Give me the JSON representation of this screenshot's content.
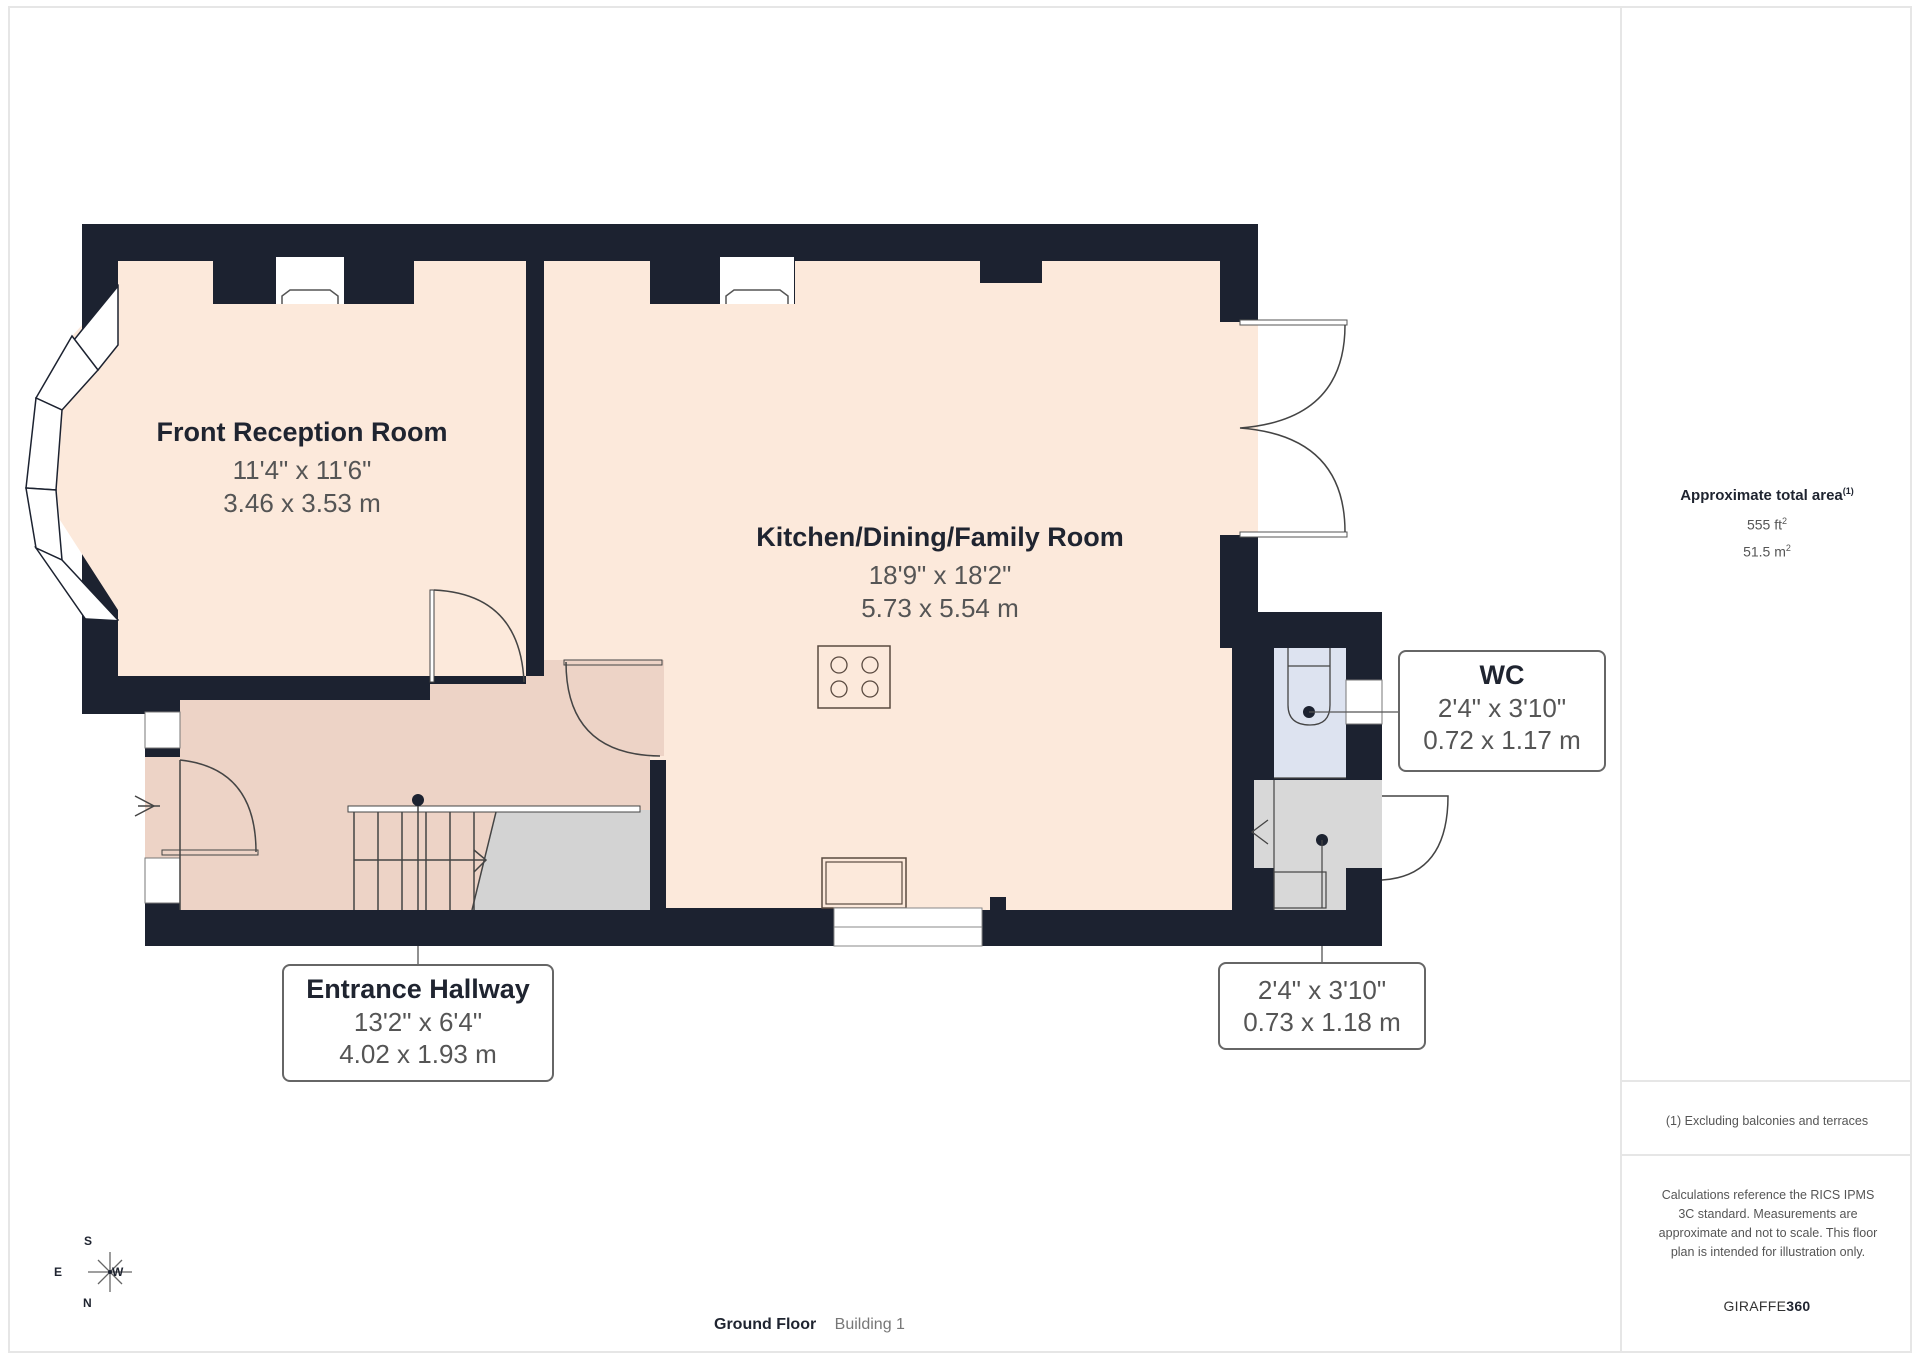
{
  "plan": {
    "floor_name": "Ground Floor",
    "building": "Building 1",
    "compass": {
      "top": "S",
      "bottom": "N",
      "left": "E",
      "right": "W"
    },
    "rooms": [
      {
        "name": "Front Reception Room",
        "imperial": "11'4\" x 11'6\"",
        "metric": "3.46 x 3.53 m"
      },
      {
        "name": "Kitchen/Dining/Family Room",
        "imperial": "18'9\" x 18'2\"",
        "metric": "5.73 x 5.54 m"
      },
      {
        "name": "Entrance Hallway",
        "imperial": "13'2\" x 6'4\"",
        "metric": "4.02 x 1.93 m"
      },
      {
        "name": "WC",
        "imperial": "2'4\" x 3'10\"",
        "metric": "0.72 x 1.17 m"
      },
      {
        "name": "",
        "imperial": "2'4\" x 3'10\"",
        "metric": "0.73 x 1.18 m"
      }
    ],
    "colors": {
      "wall": "#1c2230",
      "room_fill": "#fce9db",
      "hall_fill": "#edd3c6",
      "wc_fill": "#dde3f0",
      "lobby_fill": "#d8d8d8",
      "stair_void": "#d3d3d3"
    }
  },
  "sidebar": {
    "area_title": "Approximate total area",
    "area_footnote_mark": "(1)",
    "area_ft": "555 ft",
    "area_m": "51.5 m",
    "footnote": "(1) Excluding balconies and terraces",
    "disclaimer": "Calculations reference the RICS IPMS 3C standard. Measurements are approximate and not to scale. This floor plan is intended for illustration only.",
    "brand_prefix": "GIRAFFE",
    "brand_suffix": "360"
  }
}
